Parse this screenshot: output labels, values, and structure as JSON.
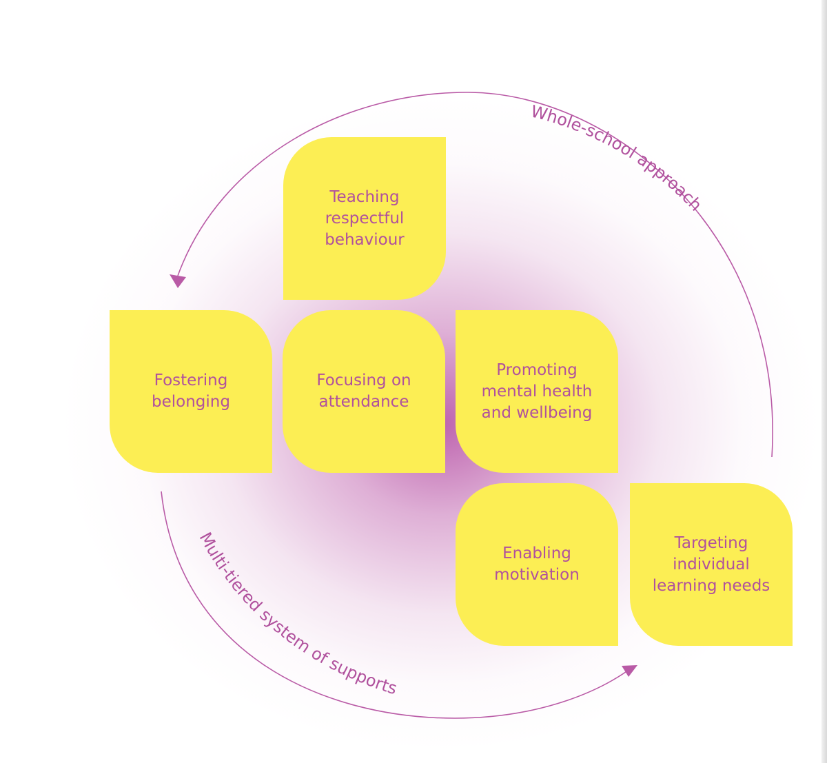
{
  "diagram": {
    "cycle_labels": {
      "top": "Whole-school approach",
      "bottom": "Multi-tiered system of supports"
    },
    "tiles": [
      {
        "id": "teaching-respectful-behaviour",
        "label": "Teaching\nrespectful\nbehaviour"
      },
      {
        "id": "fostering-belonging",
        "label": "Fostering\nbelonging"
      },
      {
        "id": "focusing-on-attendance",
        "label": "Focusing on\nattendance"
      },
      {
        "id": "promoting-mental-health",
        "label": "Promoting\nmental health\nand wellbeing"
      },
      {
        "id": "enabling-motivation",
        "label": "Enabling\nmotivation"
      },
      {
        "id": "targeting-learning-needs",
        "label": "Targeting\nindividual\nlearning needs"
      }
    ],
    "colors": {
      "tile": "#fcee54",
      "text": "#b0519d",
      "arc": "#b95aa6",
      "glow_center": "#b248a0"
    }
  }
}
